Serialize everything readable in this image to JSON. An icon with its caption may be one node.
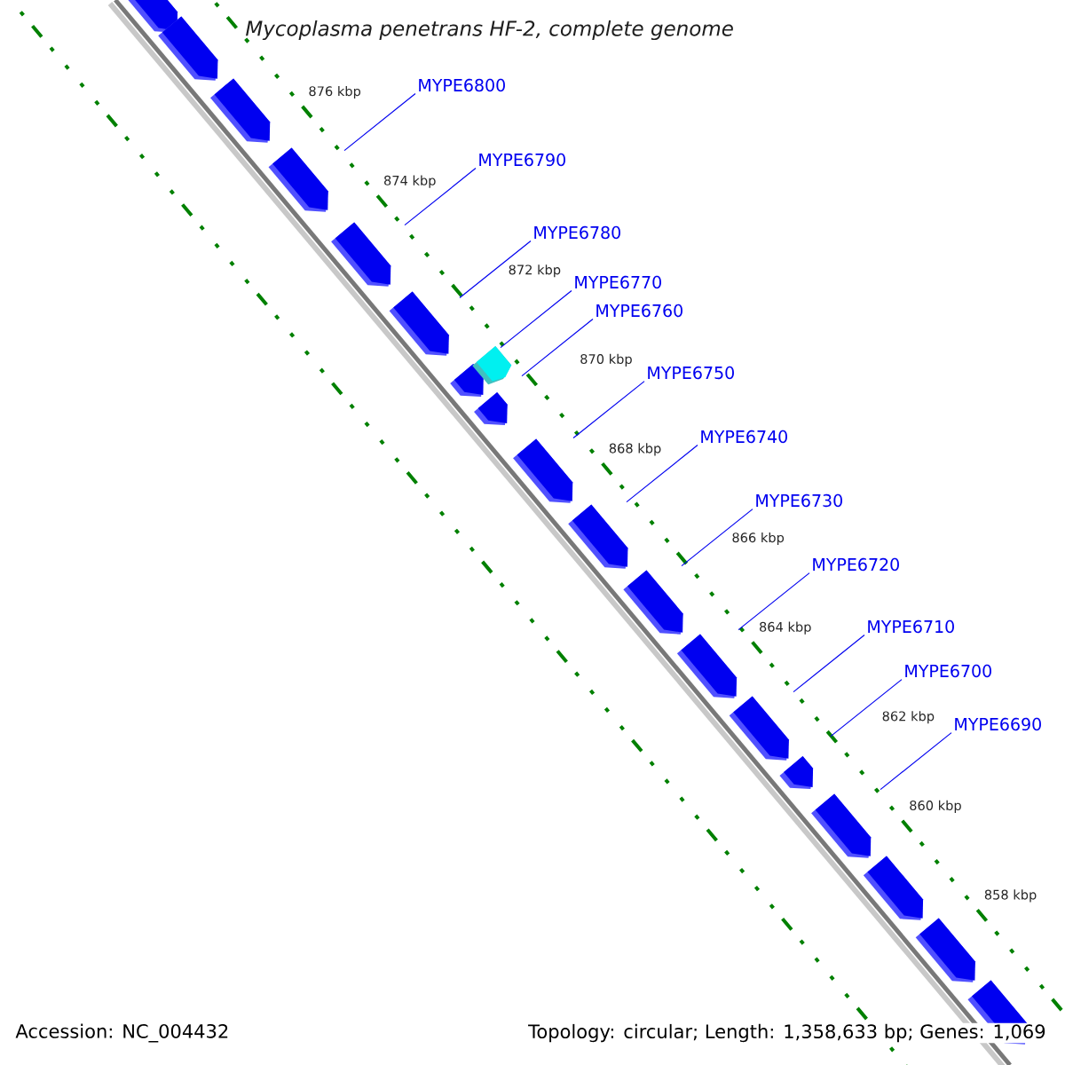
{
  "diagram": {
    "title": "Mycoplasma penetrans HF-2, complete genome",
    "nodes": [
      {
        "text": [
          "MYPE6800"
        ]
      },
      {
        "text": [
          "MYPE6790"
        ]
      },
      {
        "text": [
          "MYPE6780"
        ]
      },
      {
        "text": [
          "MYPE6770"
        ]
      },
      {
        "text": [
          "MYPE6760"
        ]
      },
      {
        "text": [
          "MYPE6750"
        ]
      },
      {
        "text": [
          "MYPE6740"
        ]
      },
      {
        "text": [
          "MYPE6730"
        ]
      },
      {
        "text": [
          "MYPE6720"
        ]
      },
      {
        "text": [
          "MYPE6710"
        ]
      },
      {
        "text": [
          "MYPE6700"
        ]
      },
      {
        "text": [
          "MYPE6690"
        ]
      }
    ],
    "edges": [
      {
        "from": 0,
        "to": null,
        "arrow": "none"
      },
      {
        "from": 1,
        "to": null,
        "arrow": "none"
      },
      {
        "from": 2,
        "to": null,
        "arrow": "none"
      },
      {
        "from": 3,
        "to": null,
        "arrow": "none"
      },
      {
        "from": 4,
        "to": null,
        "arrow": "none"
      },
      {
        "from": 5,
        "to": null,
        "arrow": "none"
      },
      {
        "from": 6,
        "to": null,
        "arrow": "none"
      },
      {
        "from": 7,
        "to": null,
        "arrow": "none"
      },
      {
        "from": 8,
        "to": null,
        "arrow": "none"
      },
      {
        "from": 9,
        "to": null,
        "arrow": "none"
      },
      {
        "from": 10,
        "to": null,
        "arrow": "none"
      },
      {
        "from": 11,
        "to": null,
        "arrow": "none"
      }
    ],
    "labels": [
      "876 kbp",
      "874 kbp",
      "872 kbp",
      "870 kbp",
      "868 kbp",
      "866 kbp",
      "864 kbp",
      "862 kbp",
      "860 kbp",
      "858 kbp",
      "Accession: NC_004432",
      "Topology: circular; Length: 1,358,633 bp; Genes: 1,069"
    ]
  }
}
